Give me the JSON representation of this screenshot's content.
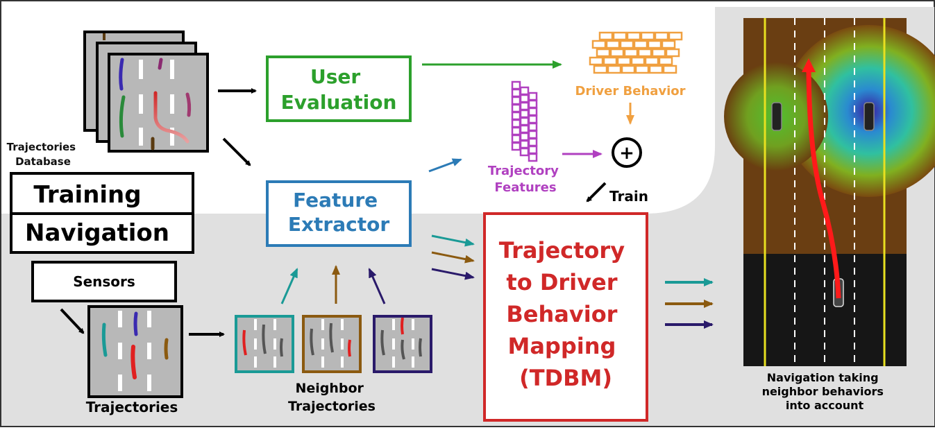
{
  "labels": {
    "trajectories_database": [
      "Trajectories",
      "Database"
    ],
    "user_evaluation": [
      "User",
      "Evaluation"
    ],
    "driver_behavior": "Driver Behavior",
    "trajectory_features": [
      "Trajectory",
      "Features"
    ],
    "train": "Train",
    "training": "Training",
    "navigation": "Navigation",
    "feature_extractor": [
      "Feature",
      "Extractor"
    ],
    "tdbm": [
      "Trajectory",
      "to Driver",
      "Behavior",
      "Mapping",
      "(TDBM)"
    ],
    "sensors": "Sensors",
    "trajectories": "Trajectories",
    "neighbor_trajectories": [
      "Neighbor",
      "Trajectories"
    ],
    "navigation_caption": [
      "Navigation taking",
      "neighbor behaviors",
      "into account"
    ],
    "plus_symbol": "+"
  },
  "colors": {
    "green": "#2ca02c",
    "orange": "#f0a040",
    "purple": "#b040c0",
    "blue": "#2c7bb6",
    "red": "#d02828",
    "teal": "#1a9a96",
    "brown": "#8b5a10",
    "navy": "#2a1a6a",
    "gray_region": "#e0e0e0",
    "tile_gray": "#b8b8b8"
  },
  "icons": {
    "plus": "circled-plus-icon",
    "driver_behavior": "grid-matrix-icon",
    "trajectory_features": "feature-vector-icon"
  }
}
